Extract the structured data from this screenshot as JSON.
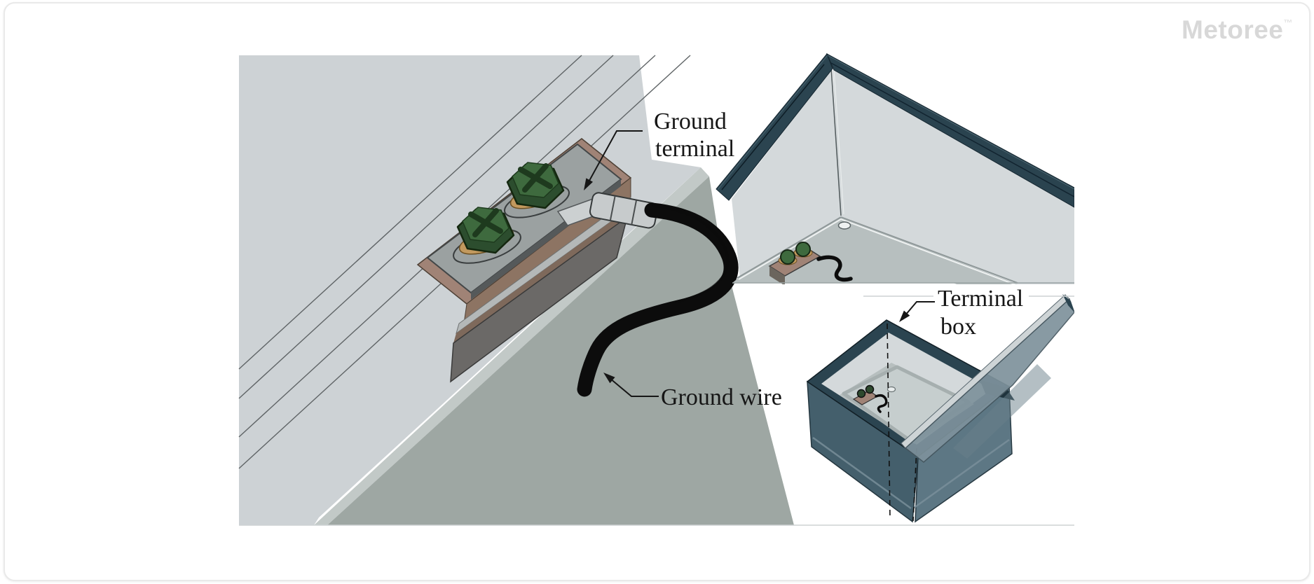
{
  "watermark": {
    "brand": "Metoree",
    "trademark": "™"
  },
  "figure": {
    "views": [
      {
        "id": "ground-terminal-closeup"
      },
      {
        "id": "terminal-box-interior"
      },
      {
        "id": "terminal-box-open"
      }
    ],
    "labels": {
      "ground_terminal": {
        "line1": "Ground",
        "line2": "terminal"
      },
      "ground_wire": {
        "text": "Ground wire"
      },
      "terminal_box": {
        "line1": "Terminal",
        "line2": "box"
      }
    }
  },
  "colors": {
    "border_gray": "#e9e9e9",
    "logo_gray": "#d8d8d8",
    "label_black": "#161616",
    "hairline": "#cdd2d3",
    "panel_light": "#cdd2d5",
    "panel_dark": "#9ea7a3",
    "panel_band": "#c2c9c7",
    "seam_gray": "#5f6466",
    "box_teal": "#2b4450",
    "wall_light": "#d4d9db",
    "floor_gray": "#b7bfbf",
    "box_slate": "#3e5a68",
    "box_slate_light": "#55707e",
    "lid_gray": "#7e929c",
    "lid_top": "#ced4d6",
    "screw_green": "#3e6a3e",
    "screw_green_dark": "#2c4d2e",
    "washer_brass": "#c2995e",
    "plate_silver": "#9ba1a1",
    "block_brown": "#a08376",
    "block_brown_dark": "#8d7463",
    "block_tier_dark": "#6b6967",
    "ferrule_silver": "#c7cbcc",
    "wire_black": "#0c0c0c"
  }
}
